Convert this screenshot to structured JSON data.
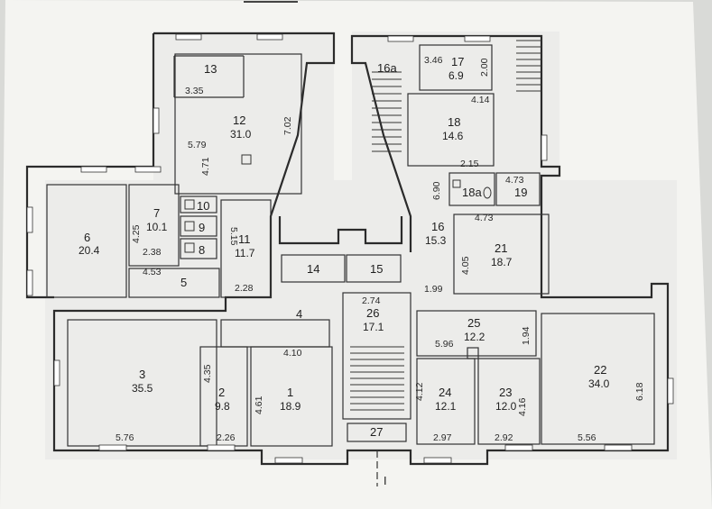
{
  "rooms": [
    {
      "id": "13",
      "area": ""
    },
    {
      "id": "12",
      "area": "31.0"
    },
    {
      "id": "6",
      "area": "20.4"
    },
    {
      "id": "7",
      "area": "10.1"
    },
    {
      "id": "10",
      "area": ""
    },
    {
      "id": "9",
      "area": ""
    },
    {
      "id": "8",
      "area": ""
    },
    {
      "id": "11",
      "area": "11.7"
    },
    {
      "id": "5",
      "area": ""
    },
    {
      "id": "14",
      "area": ""
    },
    {
      "id": "15",
      "area": ""
    },
    {
      "id": "16a",
      "area": ""
    },
    {
      "id": "17",
      "area": "6.9"
    },
    {
      "id": "18",
      "area": "14.6"
    },
    {
      "id": "18a",
      "area": ""
    },
    {
      "id": "19",
      "area": ""
    },
    {
      "id": "16",
      "area": "15.3"
    },
    {
      "id": "21",
      "area": "18.7"
    },
    {
      "id": "3",
      "area": "35.5"
    },
    {
      "id": "2",
      "area": "9.8"
    },
    {
      "id": "1",
      "area": "18.9"
    },
    {
      "id": "4",
      "area": ""
    },
    {
      "id": "26",
      "area": "17.1"
    },
    {
      "id": "27",
      "area": ""
    },
    {
      "id": "25",
      "area": "12.2"
    },
    {
      "id": "24",
      "area": "12.1"
    },
    {
      "id": "23",
      "area": "12.0"
    },
    {
      "id": "22",
      "area": "34.0"
    }
  ],
  "dimensions": [
    "3.35",
    "5.79",
    "4.71",
    "7.02",
    "4.25",
    "2.38",
    "4.53",
    "5.15",
    "2.28",
    "3.46",
    "2.00",
    "4.14",
    "2.15",
    "6.90",
    "4.73",
    "4.73",
    "4.05",
    "1.99",
    "2.74",
    "5.96",
    "1.94",
    "4.35",
    "4.10",
    "4.61",
    "5.76",
    "2.26",
    "4.12",
    "4.16",
    "6.18",
    "2.97",
    "2.92",
    "5.56"
  ],
  "section_mark": "I",
  "icons": [
    "window",
    "stair",
    "door",
    "washbasin",
    "toilet"
  ]
}
